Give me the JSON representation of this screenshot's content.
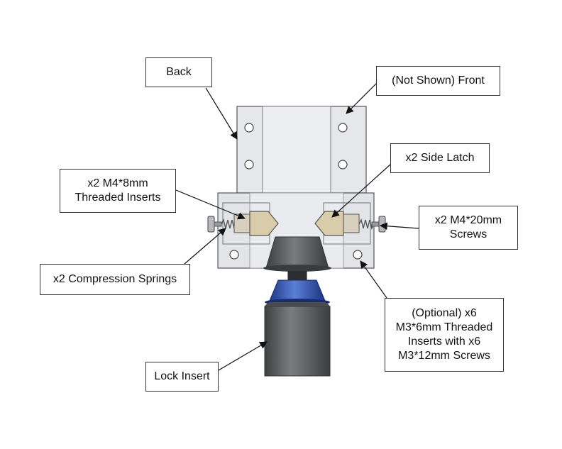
{
  "labels": {
    "back": "Back",
    "front": "(Not Shown) Front",
    "side_latch": "x2 Side Latch",
    "threaded_inserts": "x2 M4*8mm\nThreaded Inserts",
    "screws": "x2 M4*20mm\nScrews",
    "springs": "x2 Compression Springs",
    "optional": "(Optional) x6\nM3*6mm Threaded\nInserts with x6\nM3*12mm Screws",
    "lock_insert": "Lock Insert"
  },
  "colors": {
    "housing": "#e9eaee",
    "outline": "#55575c",
    "latch": "#d9ccaa",
    "cone_dark": "#505152",
    "lock_blue": "#2f4fa8",
    "lock_body": "#5a5b5d"
  }
}
